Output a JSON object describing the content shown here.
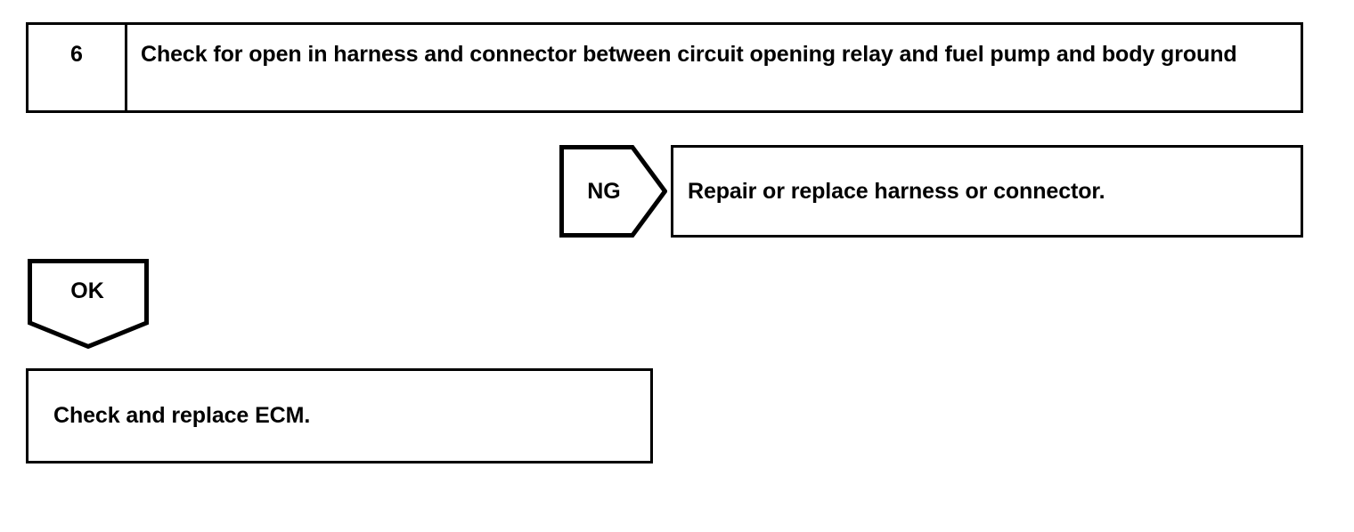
{
  "diagram": {
    "type": "troubleshooting-flowchart",
    "colors": {
      "stroke": "#000000",
      "fill": "#ffffff",
      "text": "#000000"
    },
    "step": {
      "number": "6",
      "instruction": "Check for open in harness and connector between circuit opening relay and fuel pump and body ground"
    },
    "branches": {
      "ng": {
        "label": "NG",
        "shape": "pentagon-right-arrow",
        "result_text": "Repair or replace harness or connector."
      },
      "ok": {
        "label": "OK",
        "shape": "pentagon-down-arrow",
        "result_text": "Check and replace ECM."
      }
    }
  }
}
